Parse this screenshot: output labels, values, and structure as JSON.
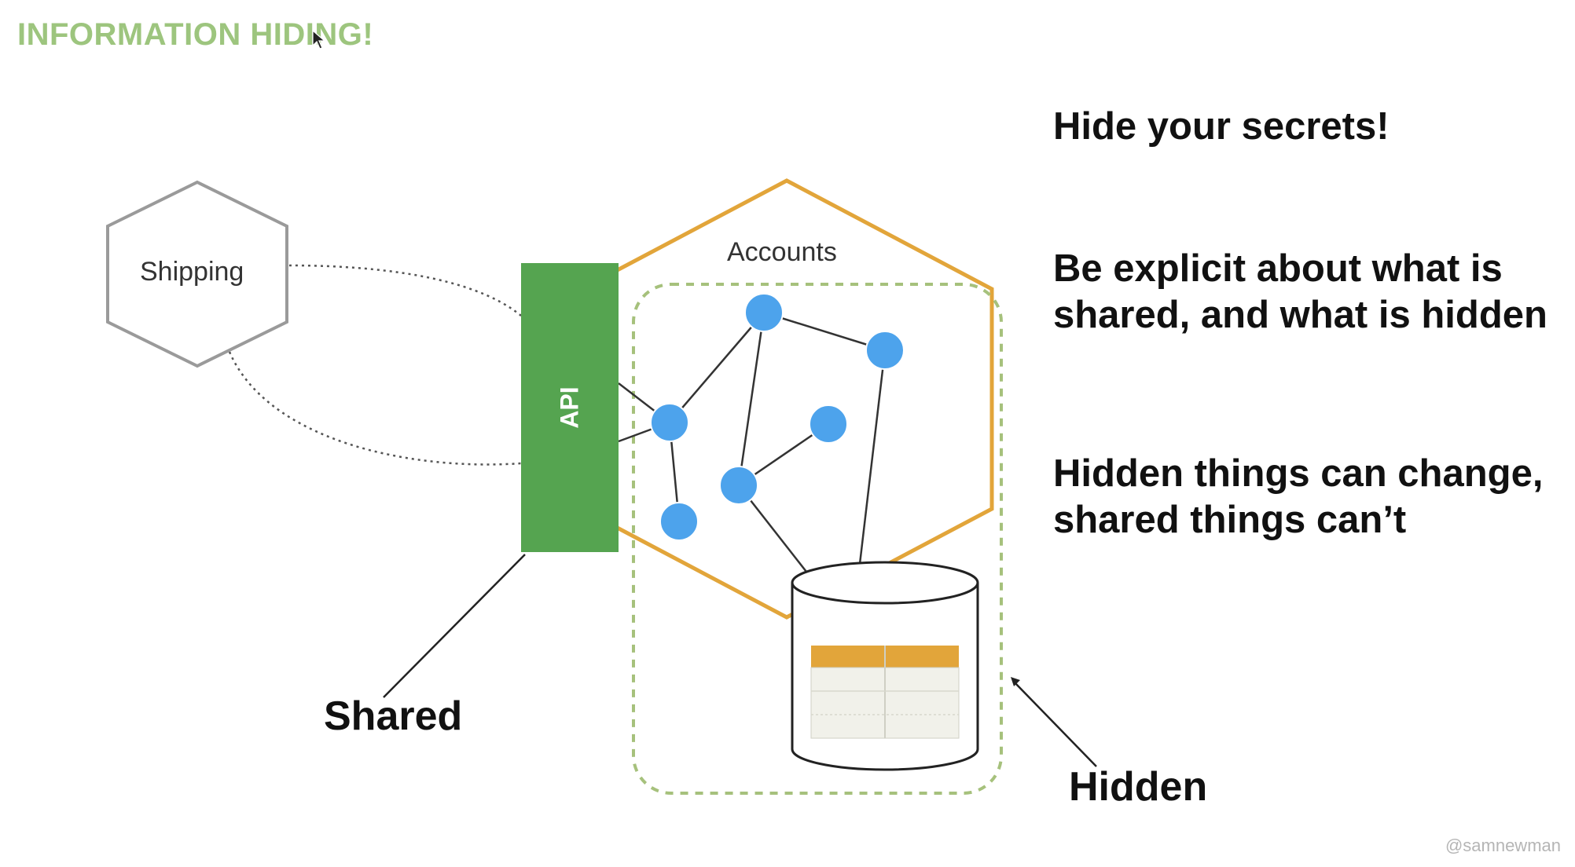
{
  "slide": {
    "title": "INFORMATION HIDING!",
    "bullets": [
      "Hide your secrets!",
      "Be explicit about what is shared, and what is hidden",
      "Hidden things can change, shared things can’t"
    ],
    "watermark": "@samnewman"
  },
  "diagram": {
    "external_service": "Shipping",
    "service": "Accounts",
    "api_label": "API",
    "shared_label": "Shared",
    "hidden_label": "Hidden"
  },
  "colors": {
    "title": "#9dc57e",
    "api": "#55a450",
    "service_border": "#e2a53a",
    "node": "#4da3ec",
    "boundary": "#a6c17c",
    "external_border": "#9a9a9a"
  }
}
